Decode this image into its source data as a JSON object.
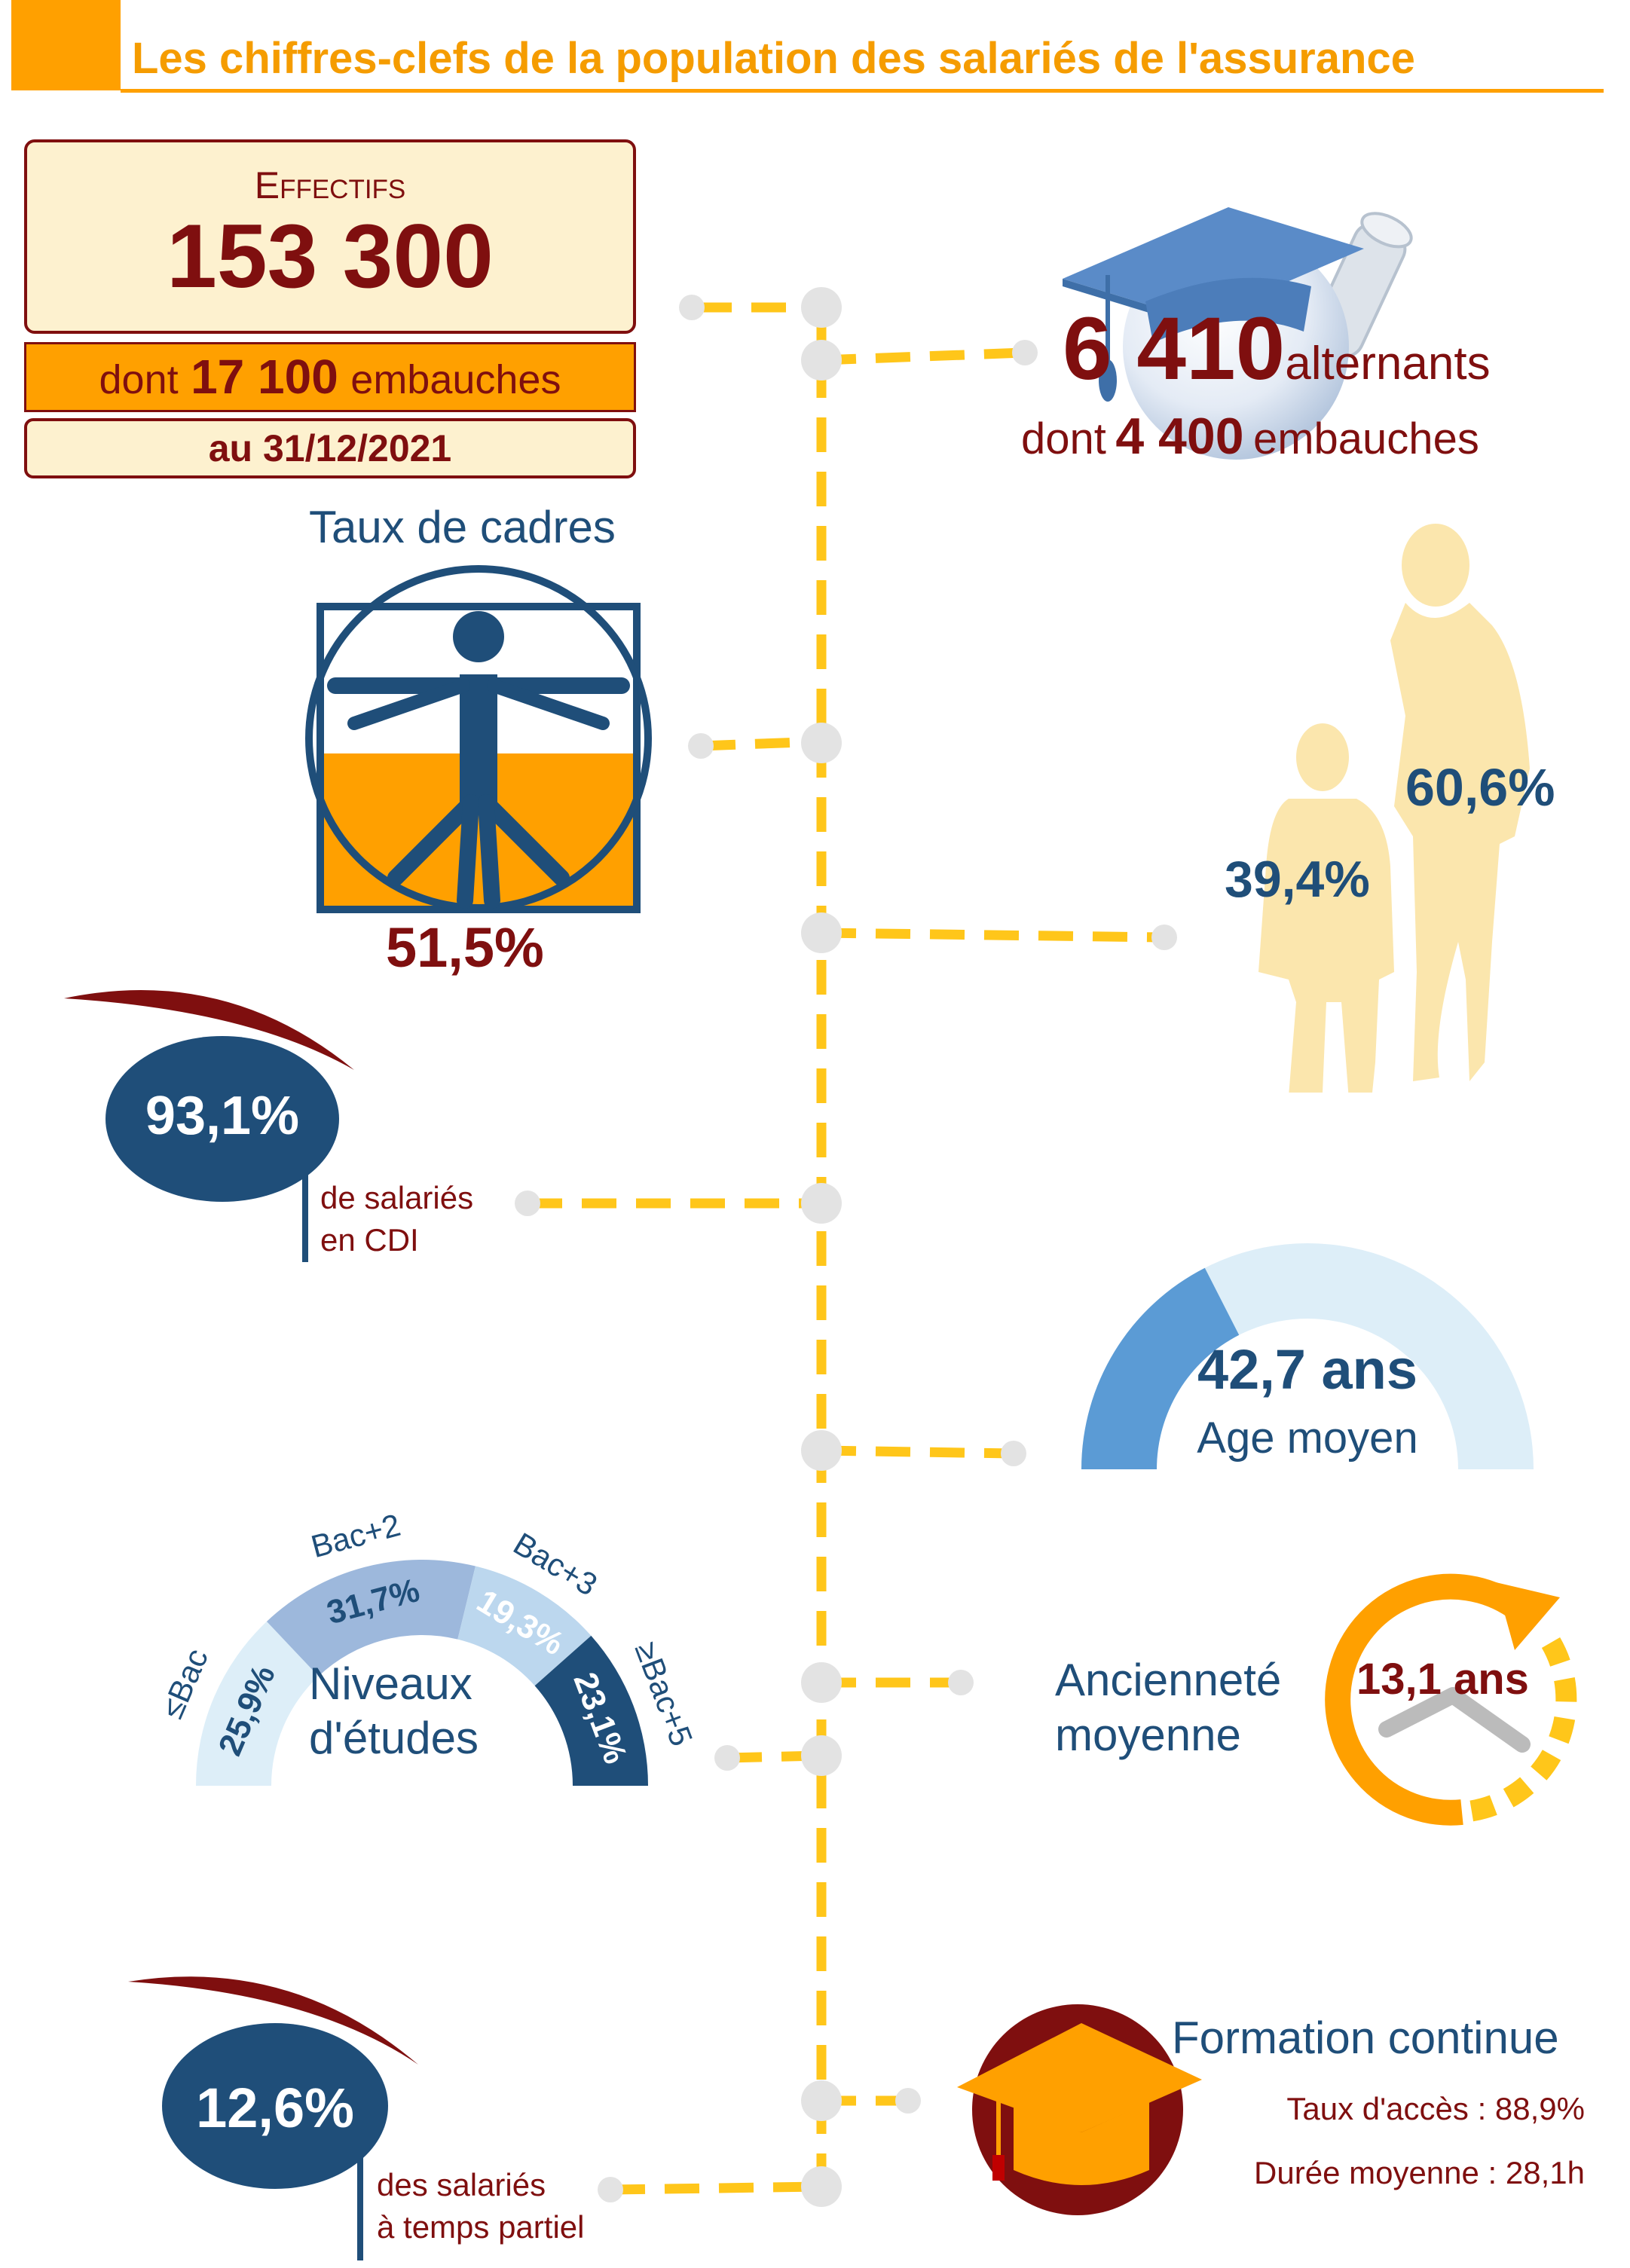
{
  "title": "Les chiffres-clefs de la population des salariés de l'assurance",
  "colors": {
    "orange": "#FFA000",
    "title_orange": "#F59C00",
    "dark_red": "#7F0F0F",
    "navy": "#1F4E79",
    "cream": "#FDF1CF",
    "yellow_line": "#FFC61A",
    "grey_dot": "#E3E3E3",
    "silhouette": "#FBE6AD",
    "light_blue": "#DDEEF8",
    "mid_blue": "#5B9BD5"
  },
  "effectifs": {
    "label": "Effectifs",
    "value": "153 300",
    "hires_prefix": "dont",
    "hires_value": "17 100",
    "hires_suffix": "embauches",
    "date": "au 31/12/2021"
  },
  "alternants": {
    "value": "6 410",
    "label": "alternants",
    "hires_prefix": "dont",
    "hires_value": "4 400",
    "hires_suffix": "embauches",
    "icon": "graduation-cap-globe-icon"
  },
  "cadres": {
    "label": "Taux de cadres",
    "value": "51,5%",
    "fill_fraction": 0.515,
    "icon": "vitruvian-man-icon"
  },
  "gender": {
    "men_value": "39,4%",
    "women_value": "60,6%",
    "icon": "man-woman-silhouette-icon"
  },
  "cdi": {
    "value": "93,1%",
    "line1": "de salariés",
    "line2": "en CDI"
  },
  "age": {
    "value": "42,7 ans",
    "label": "Age moyen",
    "fill_fraction": 0.35
  },
  "education": {
    "label_line1": "Niveaux",
    "label_line2": "d'études",
    "segments": [
      {
        "name": "≤Bac",
        "value": "25,9%",
        "pct": 25.9,
        "color": "#DDEEF8",
        "text_color": "#1F4E79"
      },
      {
        "name": "Bac+2",
        "value": "31,7%",
        "pct": 31.7,
        "color": "#9DB8DC",
        "text_color": "#1F4E79"
      },
      {
        "name": "Bac+3",
        "value": "19,3%",
        "pct": 19.3,
        "color": "#BCD7EE",
        "text_color": "#FFFFFF"
      },
      {
        "name": "≥Bac+5",
        "value": "23,1%",
        "pct": 23.1,
        "color": "#1F4E79",
        "text_color": "#FFFFFF"
      }
    ]
  },
  "seniority": {
    "label_line1": "Ancienneté",
    "label_line2": "moyenne",
    "value": "13,1 ans",
    "icon": "clock-arrow-icon"
  },
  "part_time": {
    "value": "12,6%",
    "line1": "des salariés",
    "line2": "à temps partiel"
  },
  "training": {
    "title": "Formation continue",
    "access": "Taux d'accès : 88,9%",
    "duration": "Durée moyenne : 28,1h",
    "icon": "mortarboard-icon"
  }
}
